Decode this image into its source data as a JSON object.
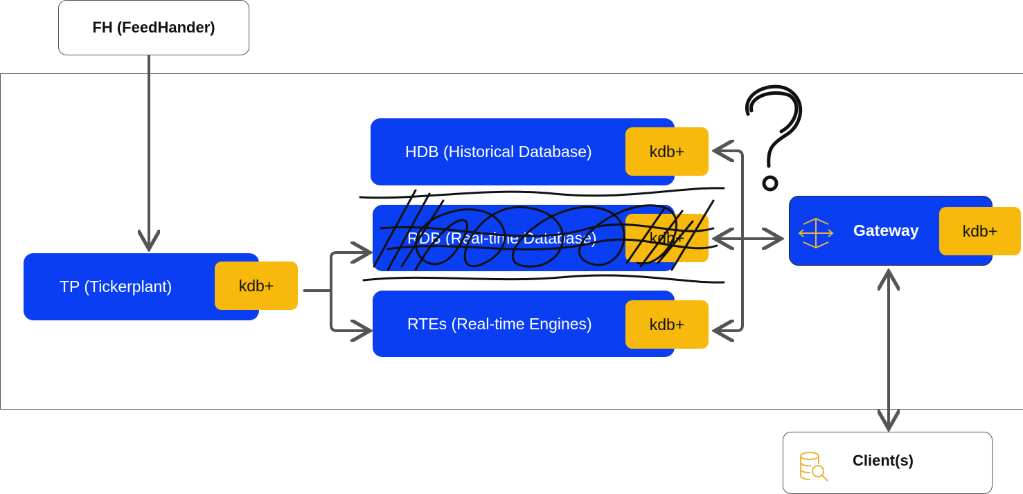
{
  "nodes": {
    "feedhandler": {
      "label": "FH (FeedHander)"
    },
    "tickerplant": {
      "label": "TP (Tickerplant)",
      "badge": "kdb+"
    },
    "hdb": {
      "label": "HDB (Historical Database)",
      "badge": "kdb+"
    },
    "rdb": {
      "label": "RDB (Real-time Database)",
      "badge": "kdb+",
      "crossed_out": true
    },
    "rtes": {
      "label": "RTEs (Real-time Engines)",
      "badge": "kdb+"
    },
    "gateway": {
      "label": "Gateway",
      "badge": "kdb+",
      "icon": "arrows-move-icon"
    },
    "clients": {
      "label": "Client(s)",
      "icon": "database-search-icon"
    }
  },
  "annotations": {
    "question_mark": "?"
  },
  "colors": {
    "node_blue": "#0a3ef2",
    "badge_yellow": "#f6b90c",
    "arrow": "#555555",
    "icon_gold": "#e8b43a"
  }
}
